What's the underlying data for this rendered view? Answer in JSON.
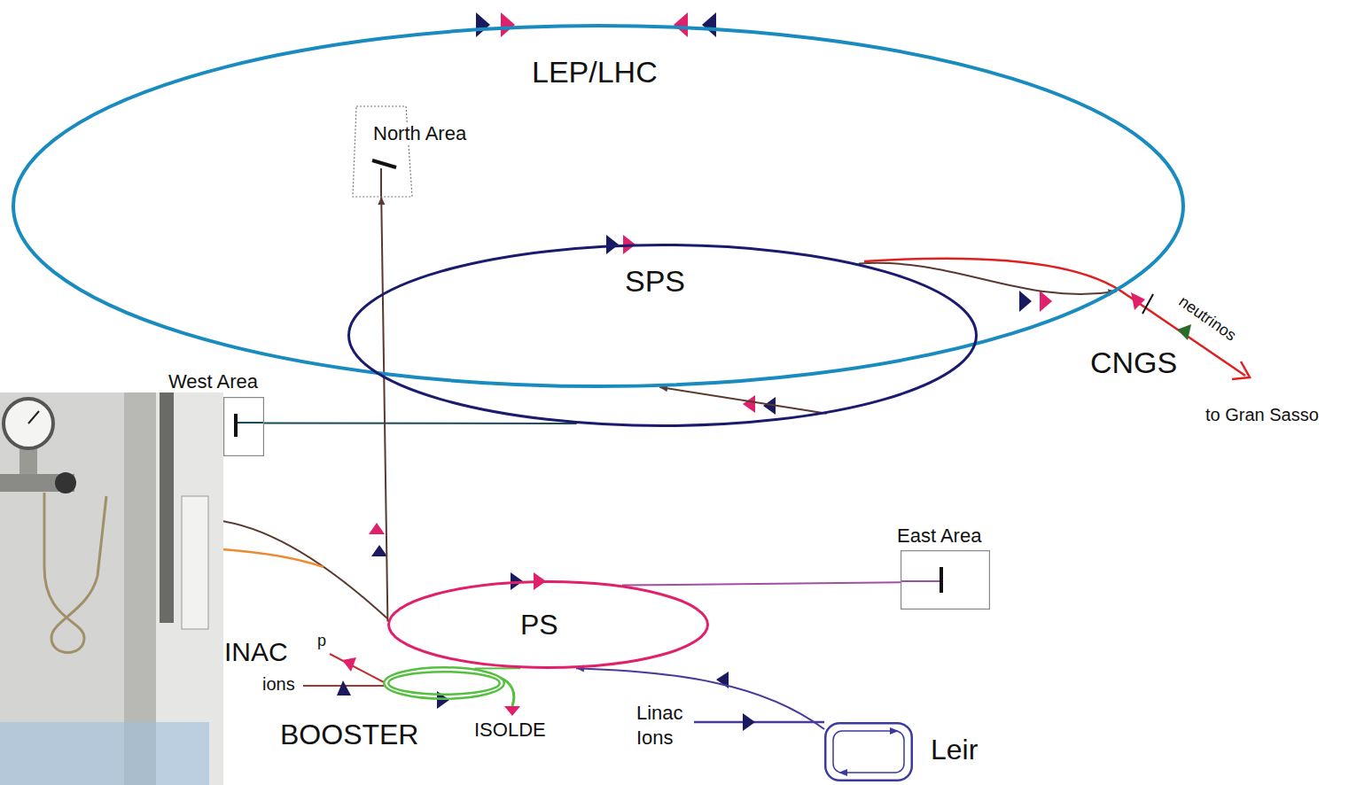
{
  "diagram": {
    "nodes": [
      {
        "text": [
          "LEP/LHC"
        ]
      },
      {
        "text": [
          "North Area"
        ],
        "in": 0
      },
      {
        "text": [
          "SPS"
        ]
      },
      {
        "text": [
          "West Area"
        ]
      },
      {
        "text": [
          "PS"
        ]
      },
      {
        "text": [
          "East Area"
        ]
      },
      {
        "text": [
          "BOOSTER"
        ]
      },
      {
        "text": [
          "Leir"
        ]
      }
    ],
    "edges": [
      {
        "from": 2,
        "to": 0,
        "arrow": "to"
      },
      {
        "from": 2,
        "to": 0,
        "arrow": "to"
      },
      {
        "from": 2,
        "to": 3,
        "arrow": "none"
      },
      {
        "from": 4,
        "to": 1,
        "arrow": "to"
      },
      {
        "from": 4,
        "to": 5,
        "arrow": "none"
      },
      {
        "from": 6,
        "to": 4,
        "arrow": "none"
      },
      {
        "from": 7,
        "to": 4,
        "arrow": "to"
      }
    ],
    "labels": [
      "CNGS",
      "neutrinos",
      "to Gran Sasso",
      "INAC",
      "p",
      "ions",
      "ISOLDE",
      "Linac Ions"
    ]
  }
}
